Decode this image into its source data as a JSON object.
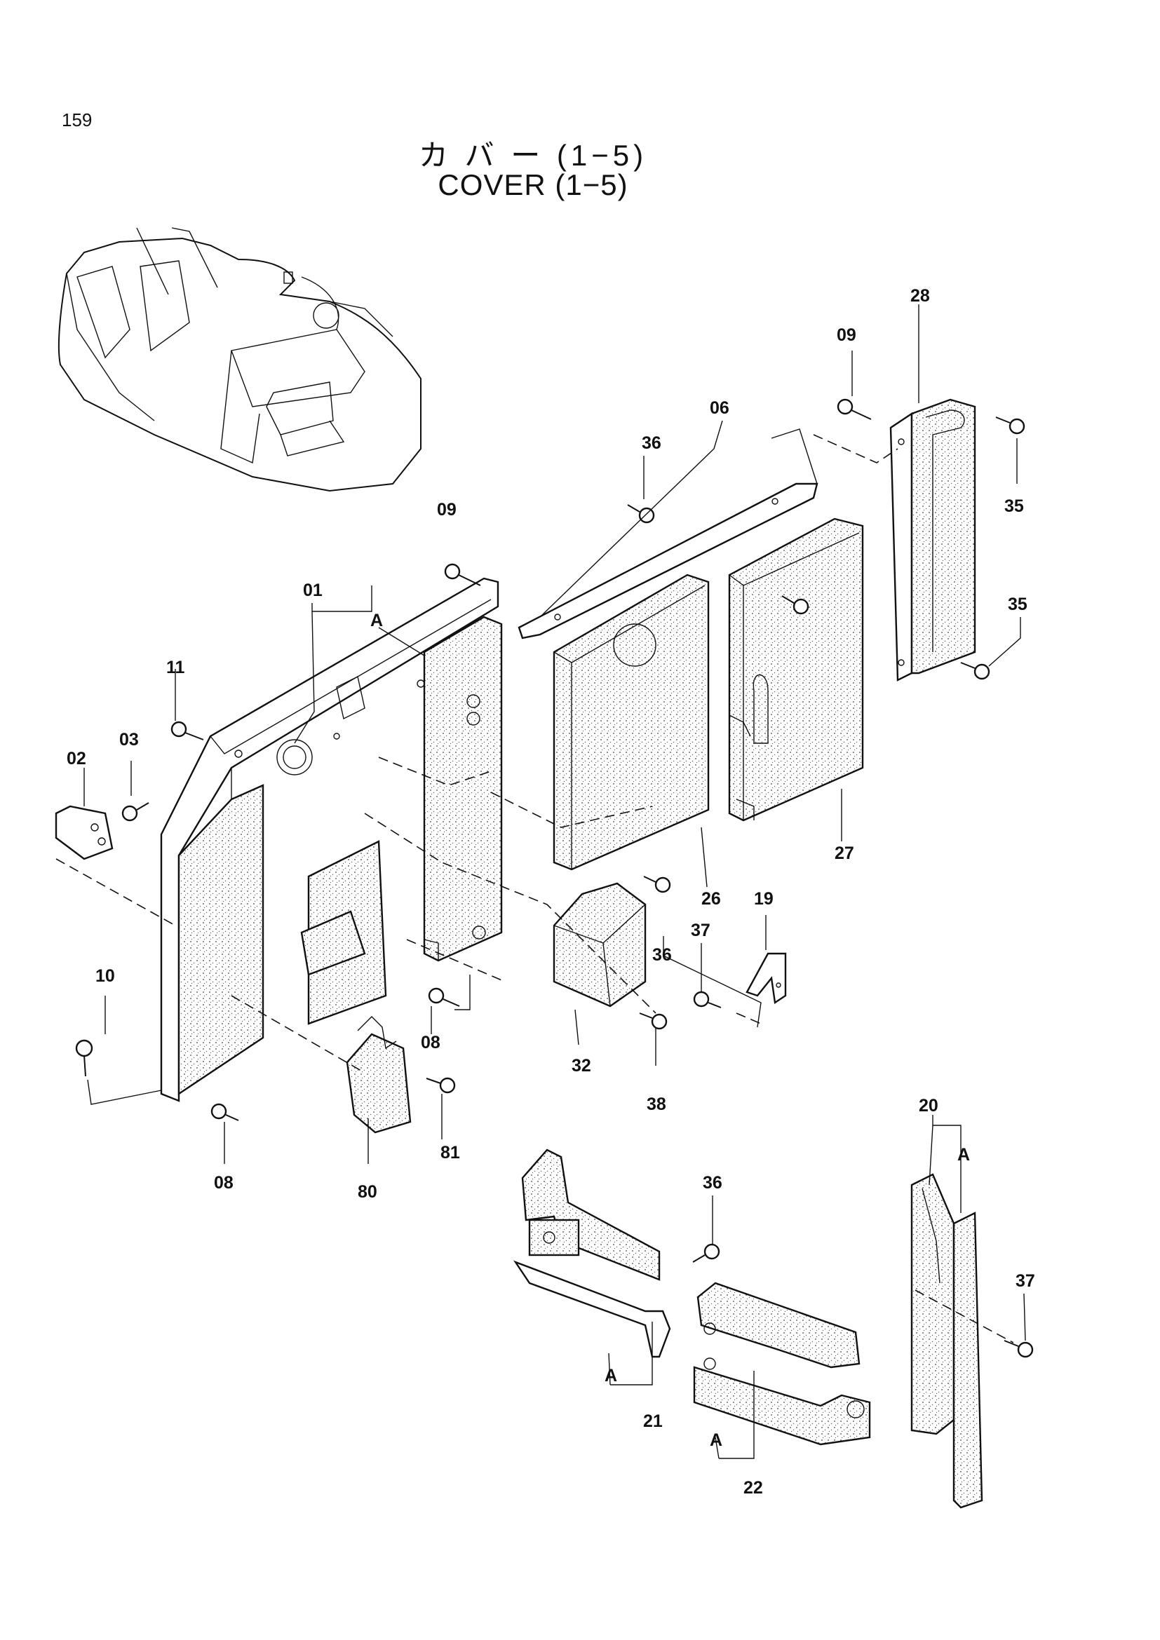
{
  "page_number": "159",
  "title_jp": "カ バ ー (1−5)",
  "title_en": "COVER (1−5)",
  "callouts": [
    {
      "id": "c01",
      "text": "01"
    },
    {
      "id": "c02",
      "text": "02"
    },
    {
      "id": "c03",
      "text": "03"
    },
    {
      "id": "c06",
      "text": "06"
    },
    {
      "id": "c08a",
      "text": "08"
    },
    {
      "id": "c08b",
      "text": "08"
    },
    {
      "id": "c09a",
      "text": "09"
    },
    {
      "id": "c09b",
      "text": "09"
    },
    {
      "id": "c10",
      "text": "10"
    },
    {
      "id": "c11",
      "text": "11"
    },
    {
      "id": "c19",
      "text": "19"
    },
    {
      "id": "c20",
      "text": "20"
    },
    {
      "id": "c21",
      "text": "21"
    },
    {
      "id": "c22",
      "text": "22"
    },
    {
      "id": "c26",
      "text": "26"
    },
    {
      "id": "c27",
      "text": "27"
    },
    {
      "id": "c28",
      "text": "28"
    },
    {
      "id": "c32",
      "text": "32"
    },
    {
      "id": "c35a",
      "text": "35"
    },
    {
      "id": "c35b",
      "text": "35"
    },
    {
      "id": "c36a",
      "text": "36"
    },
    {
      "id": "c36b",
      "text": "36"
    },
    {
      "id": "c36c",
      "text": "36"
    },
    {
      "id": "c37a",
      "text": "37"
    },
    {
      "id": "c37b",
      "text": "37"
    },
    {
      "id": "c38",
      "text": "38"
    },
    {
      "id": "c80",
      "text": "80"
    },
    {
      "id": "c81",
      "text": "81"
    }
  ],
  "markers": [
    {
      "id": "mA1",
      "text": "A"
    },
    {
      "id": "mA2",
      "text": "A"
    },
    {
      "id": "mA3",
      "text": "A"
    },
    {
      "id": "mA4",
      "text": "A"
    }
  ]
}
